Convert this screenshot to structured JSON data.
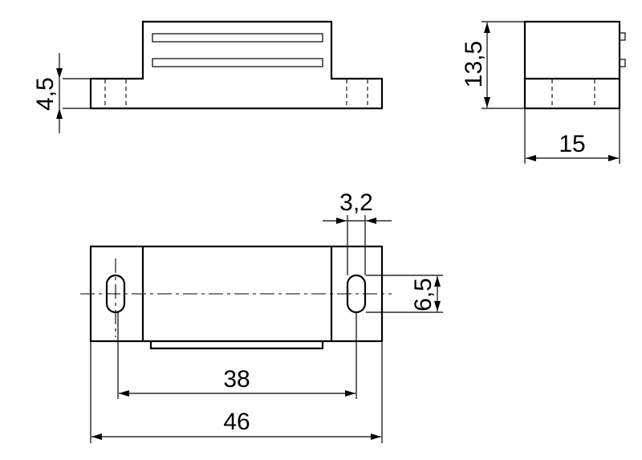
{
  "drawing": {
    "dimensions": {
      "base_height": "4,5",
      "total_height": "13,5",
      "depth": "15",
      "slot_width": "3,2",
      "slot_length": "6,5",
      "hole_spacing": "38",
      "overall_length": "46"
    }
  }
}
